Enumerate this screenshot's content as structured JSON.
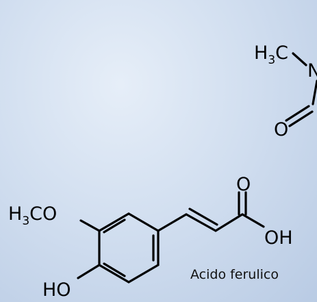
{
  "ferulic_acid": {
    "caption": "Acido ferulico",
    "labels": {
      "methoxy_main": "H",
      "methoxy_sub": "3",
      "methoxy_tail": "CO",
      "hydroxyl": "HO",
      "carbonyl_o": "O",
      "acid_oh": "OH"
    }
  },
  "partial_molecule": {
    "labels": {
      "methyl_main": "H",
      "methyl_sub": "3",
      "methyl_tail": "C",
      "nitrogen": "N",
      "carbonyl_o": "O"
    }
  },
  "colors": {
    "background": "#d2dff0",
    "bond": "#000000",
    "text": "#000000"
  }
}
